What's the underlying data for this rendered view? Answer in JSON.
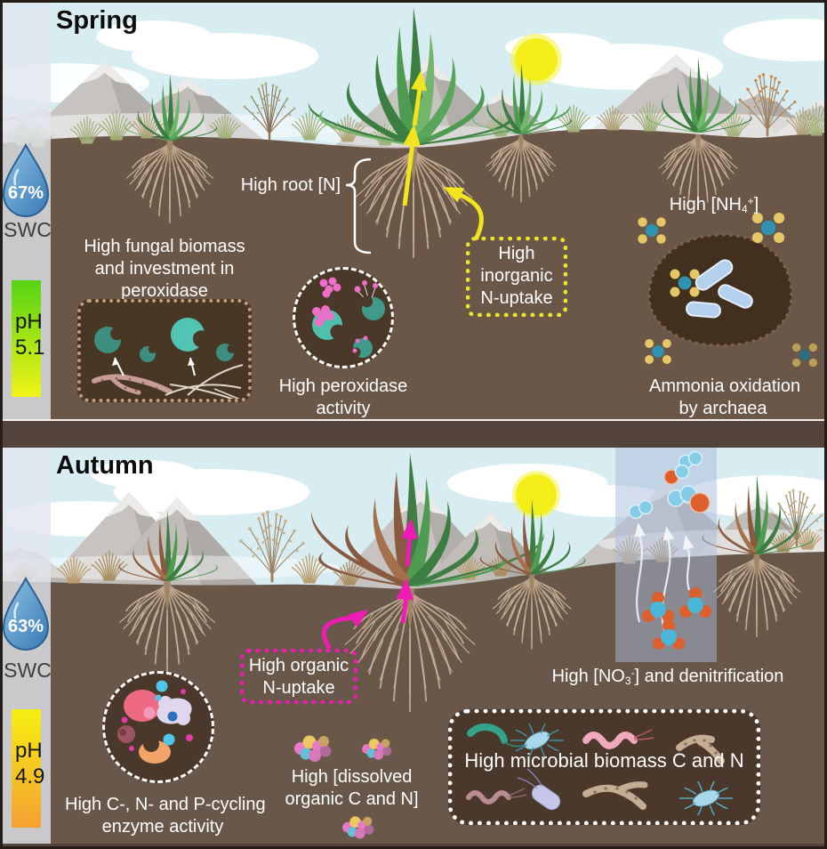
{
  "spring": {
    "title": "Spring",
    "swc": {
      "percent": "67%",
      "label": "SWC"
    },
    "ph": {
      "label": "pH",
      "value": "5.1",
      "top_color": "#55d414",
      "bottom_color": "#f2f416"
    },
    "arrow_color": "#f2e51e",
    "labels": {
      "root_n": "High root [N]",
      "inorganic_uptake_lines": [
        "High",
        "inorganic",
        "N-uptake"
      ],
      "inorganic_uptake_border": "#e8e62c",
      "fungal_lines": [
        "High fungal biomass",
        "and investment in",
        "peroxidase"
      ],
      "peroxidase_lines": [
        "High peroxidase",
        "activity"
      ],
      "nh4_parts": [
        [
          "High [NH",
          ""
        ],
        [
          "4",
          "sub"
        ],
        [
          "+",
          "sup"
        ],
        [
          "]",
          ""
        ]
      ],
      "ammonia_lines": [
        "Ammonia oxidation",
        "by archaea"
      ]
    }
  },
  "autumn": {
    "title": "Autumn",
    "swc": {
      "percent": "63%",
      "label": "SWC"
    },
    "ph": {
      "label": "pH",
      "value": "4.9",
      "top_color": "#f6ef11",
      "bottom_color": "#f5a032"
    },
    "arrow_color": "#ee1cb4",
    "labels": {
      "organic_uptake_lines": [
        "High organic",
        "N-uptake"
      ],
      "organic_uptake_border": "#ee1cb4",
      "no3_parts": [
        [
          "High [NO",
          ""
        ],
        [
          "3",
          "sub"
        ],
        [
          "-",
          "sup"
        ],
        [
          "] and denitrification",
          ""
        ]
      ],
      "enzyme_lines": [
        "High C-, N- and P-cycling",
        "enzyme activity"
      ],
      "dissolved_lines": [
        "High [dissolved",
        "organic C and N]"
      ],
      "microbial": "High microbial biomass C and N"
    }
  }
}
